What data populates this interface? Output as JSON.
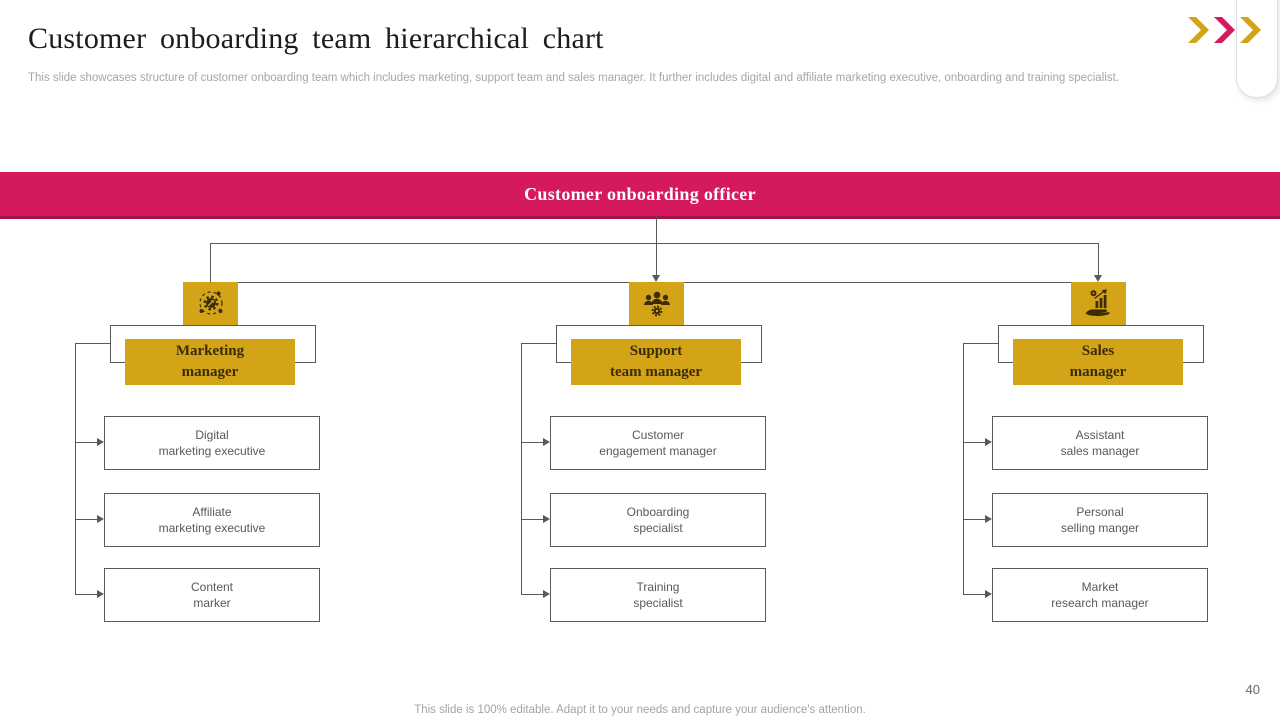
{
  "slide": {
    "title": "Customer onboarding team hierarchical chart",
    "subtitle": "This slide showcases structure of customer onboarding team which includes marketing, support team and sales manager. It further includes digital and affiliate marketing executive, onboarding and training specialist.",
    "footer_note": "This slide is 100% editable. Adapt it to your needs and capture your audience's attention.",
    "page_number": "40"
  },
  "org": {
    "root_label": "Customer onboarding officer",
    "branches": [
      {
        "icon": "marketing-icon",
        "manager": {
          "lines": [
            "Marketing",
            "manager"
          ]
        },
        "reports": [
          {
            "lines": [
              "Digital",
              "marketing executive"
            ]
          },
          {
            "lines": [
              "Affiliate",
              "marketing executive"
            ]
          },
          {
            "lines": [
              "Content",
              "marker"
            ]
          }
        ]
      },
      {
        "icon": "support-team-icon",
        "manager": {
          "lines": [
            "Support",
            "team manager"
          ]
        },
        "reports": [
          {
            "lines": [
              "Customer",
              "engagement manager"
            ]
          },
          {
            "lines": [
              "Onboarding",
              "specialist"
            ]
          },
          {
            "lines": [
              "Training",
              "specialist"
            ]
          }
        ]
      },
      {
        "icon": "sales-icon",
        "manager": {
          "lines": [
            "Sales",
            "manager"
          ]
        },
        "reports": [
          {
            "lines": [
              "Assistant",
              "sales manager"
            ]
          },
          {
            "lines": [
              "Personal",
              "selling manger"
            ]
          },
          {
            "lines": [
              "Market",
              "research manager"
            ]
          }
        ]
      }
    ]
  },
  "colors": {
    "accent_pink": "#d5195e",
    "accent_gold": "#d4a418",
    "icon_dark": "#3a2d05",
    "line_gray": "#595959",
    "muted_gray": "#a6a6a6"
  }
}
